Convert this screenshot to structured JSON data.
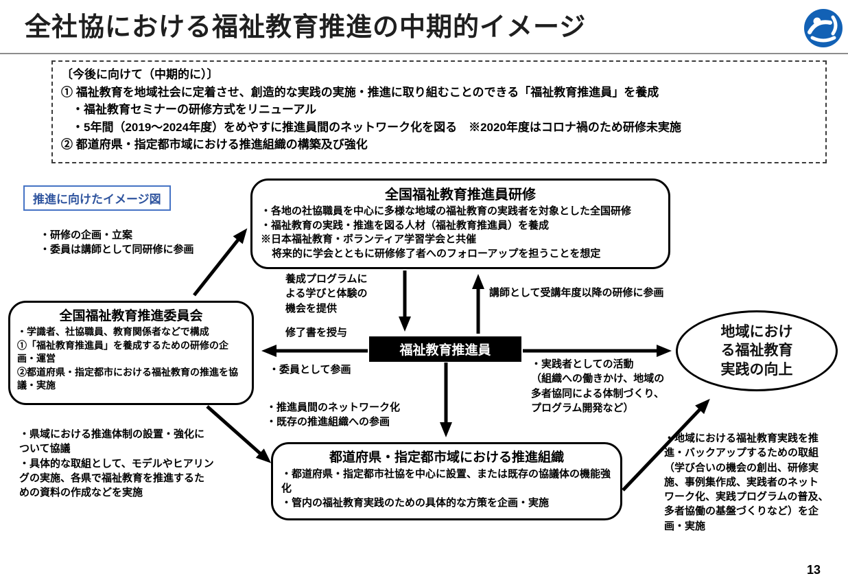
{
  "slide": {
    "title": "全社協における福祉教育推進の中期的イメージ",
    "page_number": "13"
  },
  "future_box": {
    "heading": "〔今後に向けて（中期的に）〕",
    "lines": [
      "① 福祉教育を地域社会に定着させ、創造的な実践の実施・推進に取り組むことのできる「福祉教育推進員」を養成",
      "・福祉教育セミナーの研修方式をリニューアル",
      "・5年間（2019～2024年度）をめやすに推進員間のネットワーク化を図る　※2020年度はコロナ禍のため研修未実施",
      "② 都道府県・指定都市域における推進組織の構築及び強化"
    ]
  },
  "image_label": "推進に向けたイメージ図",
  "boxes": {
    "training": {
      "title": "全国福祉教育推進員研修",
      "lines": [
        "・各地の社協職員を中心に多様な地域の福祉教育の実践者を対象とした全国研修",
        "・福祉教育の実践・推進を図る人材（福祉教育推進員）を養成",
        "※日本福祉教育・ボランティア学習学会と共催",
        "将来的に学会とともに研修修了者へのフォローアップを担うことを想定"
      ]
    },
    "committee": {
      "title": "全国福祉教育推進委員会",
      "lines": [
        "・学識者、社協職員、教育関係者などで構成",
        "①「福祉教育推進員」を養成するための研修の企画・運営",
        "②都道府県・指定都市における福祉教育の推進を協議・実施"
      ]
    },
    "member": {
      "label": "福祉教育推進員"
    },
    "organization": {
      "title": "都道府県・指定都市域における推進組織",
      "lines": [
        "・都道府県・指定都市社協を中心に設置、または既存の協議体の機能強化",
        "・管内の福祉教育実践のための具体的な方策を企画・実施"
      ]
    },
    "improvement": {
      "label": "地域における福祉教育実践の向上"
    }
  },
  "annotations": {
    "planning": "・研修の企画・立案\n・委員は講師として同研修に参画",
    "program": "養成プログラムに\nよる学びと体験の\n機会を提供",
    "certificate": "修了書を授与",
    "lecturer": "講師として受講年度以降の研修に参画",
    "as_member": "・委員として参画",
    "practitioner": "・実践者としての活動\n（組織への働きかけ、地域の\n多者協同による体制づくり、\nプログラム開発など）",
    "network": "・推進員間のネットワーク化\n・既存の推進組織への参画",
    "prefecture": "・県域における推進体制の設置・強化に\nついて協議\n・具体的な取組として、モデルやヒアリン\nグの実施、各県で福祉教育を推進するた\nめの資料の作成などを実施",
    "regional": "・地域における福祉教育実践を推\n進・バックアップするための取組\n（学び合いの機会の創出、研修実\n施、事例集作成、実践者のネット\nワーク化、実践プログラムの普及、\n多者協働の基盤づくりなど）を企\n画・実施"
  },
  "colors": {
    "label_blue": "#2f549e",
    "label_border_blue": "#4472c4",
    "logo_blue": "#1261b5",
    "box_border": "#000000",
    "member_box_bg": "#000000",
    "member_box_text": "#ffffff"
  }
}
